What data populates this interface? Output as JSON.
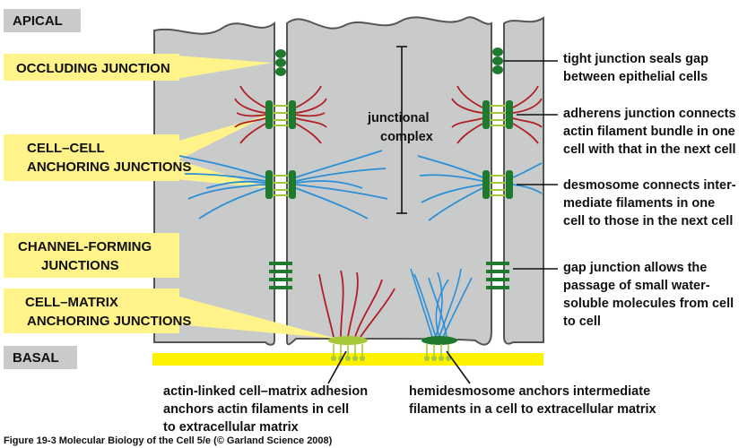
{
  "regions": {
    "apical": "APICAL",
    "basal": "BASAL"
  },
  "junction_types": [
    {
      "key": "occluding",
      "lines": [
        "OCCLUDING JUNCTION"
      ]
    },
    {
      "key": "cell_cell",
      "lines": [
        "CELL–CELL",
        "ANCHORING JUNCTIONS"
      ]
    },
    {
      "key": "channel",
      "lines": [
        "CHANNEL-FORMING",
        "JUNCTIONS"
      ]
    },
    {
      "key": "cell_matrix",
      "lines": [
        "CELL–MATRIX",
        "ANCHORING JUNCTIONS"
      ]
    }
  ],
  "junctional_complex": [
    "junctional",
    "complex"
  ],
  "notes_right": [
    {
      "key": "tight",
      "lines": [
        "tight junction seals gap",
        "between epithelial cells"
      ]
    },
    {
      "key": "adherens",
      "lines": [
        "adherens junction connects",
        "actin filament bundle in one",
        "cell with that in the next cell"
      ]
    },
    {
      "key": "desmosome",
      "lines": [
        "desmosome connects inter-",
        "mediate filaments in one",
        "cell to those in the next cell"
      ]
    },
    {
      "key": "gap",
      "lines": [
        "gap junction allows the",
        "passage of small water-",
        "soluble molecules from cell",
        "to cell"
      ]
    }
  ],
  "notes_bottom": [
    {
      "key": "actin_linked",
      "lines": [
        "actin-linked cell–matrix adhesion",
        "anchors actin filaments in cell",
        "to extracellular matrix"
      ]
    },
    {
      "key": "hemidesmosome",
      "lines": [
        "hemidesmosome anchors intermediate",
        "filaments in a cell to extracellular matrix"
      ]
    }
  ],
  "caption": "Figure 19-3  Molecular Biology of the Cell 5/e (© Garland Science 2008)",
  "colors": {
    "cell": "#c9cbcb",
    "cell_outline": "#555555",
    "label_box": "#fff38a",
    "basal_lamina": "#fff200",
    "junction_green": "#1f7a2e",
    "junction_light": "#a6c93a",
    "actin": "#b01e24",
    "intermediate": "#2a8fd6",
    "region_box": "#c9cbcb"
  }
}
